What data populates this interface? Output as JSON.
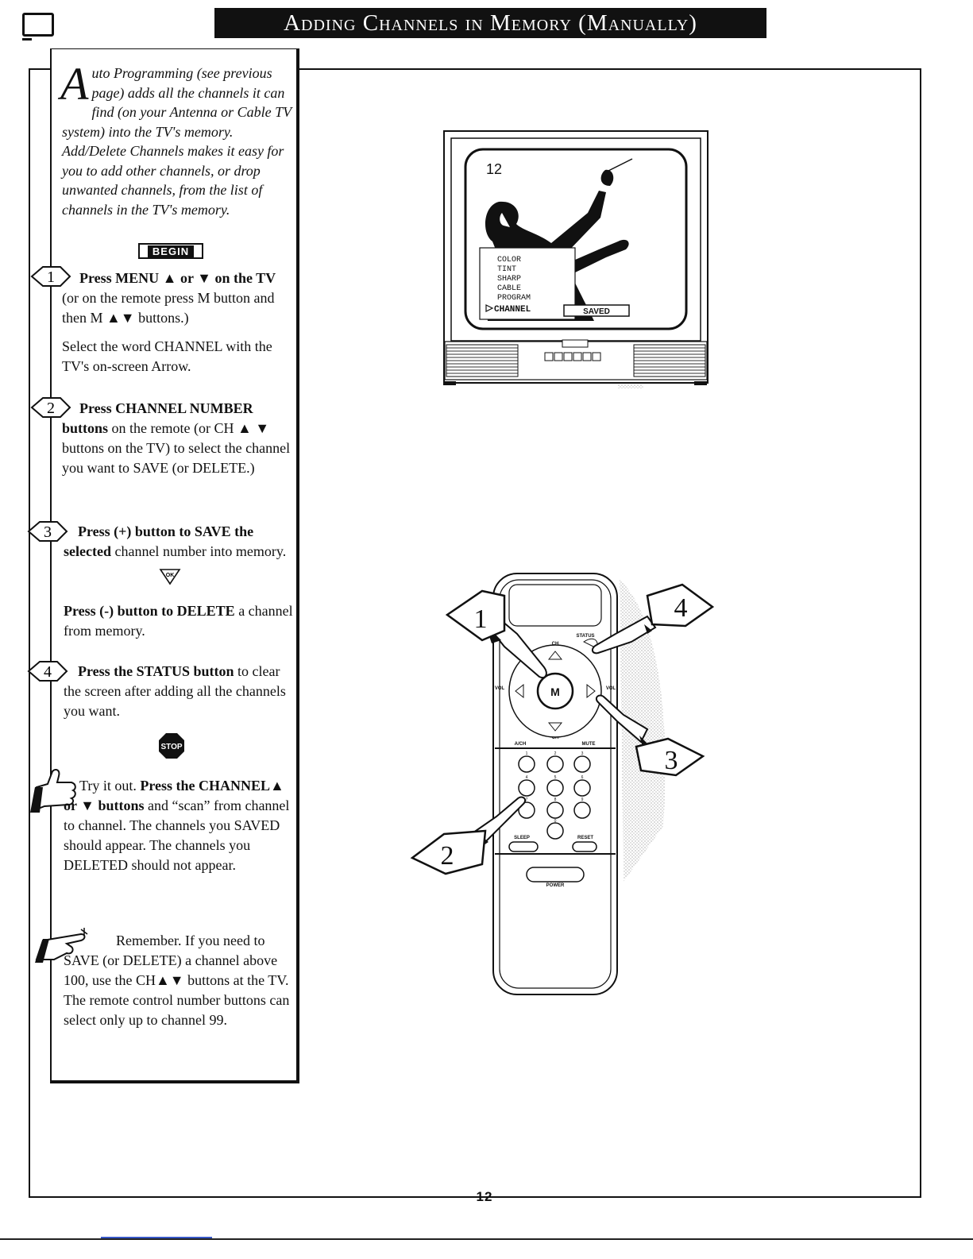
{
  "header": {
    "title": "Adding Channels in Memory (Manually)"
  },
  "intro": {
    "dropcap": "A",
    "text": "uto Programming (see previous page) adds all the channels it can find (on your Antenna or Cable TV system) into the TV's memory. Add/Delete Channels makes it easy for you to add other channels, or drop unwanted channels, from the list of channels in the TV's memory."
  },
  "begin_label": "BEGIN",
  "steps": [
    {
      "number": "1",
      "bold": "Press MENU ▲ or ▼ on the TV",
      "text": " (or on the remote press M button and then M ▲▼ buttons.)",
      "extra": "Select the word CHANNEL with the TV's on-screen Arrow."
    },
    {
      "number": "2",
      "bold": "Press CHANNEL NUMBER buttons",
      "text": " on the remote (or CH ▲ ▼ buttons on the TV) to select the channel you want to SAVE (or DELETE.)"
    },
    {
      "number": "3",
      "bold": "Press (+) button to SAVE the selected",
      "text": " channel number into memory.",
      "extra_bold": "Press (-) button to DELETE",
      "extra_text": " a channel from memory."
    },
    {
      "number": "4",
      "bold": "Press the STATUS button",
      "text": " to clear the screen after adding all the channels you want."
    }
  ],
  "ok_label": "OK",
  "stop_label": "STOP",
  "try_it": {
    "lead": "Try it out. ",
    "bold": "Press the CHANNEL▲ or ▼ buttons",
    "text": " and “scan” from channel to channel. The channels you SAVED should appear. The channels you DELETED should not appear."
  },
  "remember": {
    "text": "Remember. If you need to SAVE (or DELETE) a channel above 100, use the CH▲▼ buttons at the TV. The remote control number buttons can select only up to channel 99."
  },
  "tv": {
    "channel": "12",
    "menu_items": [
      "COLOR",
      "TINT",
      "SHARP",
      "CABLE",
      "PROGRAM",
      "CHANNEL"
    ],
    "saved_label": "SAVED"
  },
  "remote": {
    "labels": {
      "ch": "CH",
      "status": "STATUS",
      "vol": "VOL",
      "a_ch": "A/CH",
      "mute": "MUTE",
      "sleep": "SLEEP",
      "reset": "RESET",
      "power": "POWER",
      "menu": "M"
    },
    "keypad": [
      "1",
      "2",
      "3",
      "4",
      "5",
      "6",
      "7",
      "8",
      "9",
      "0"
    ],
    "callouts": [
      "1",
      "2",
      "3",
      "4"
    ]
  },
  "page_number": "12"
}
